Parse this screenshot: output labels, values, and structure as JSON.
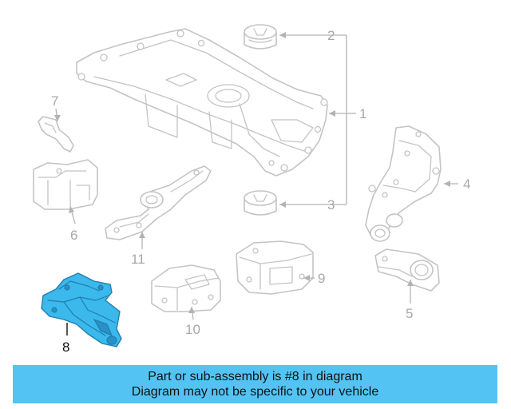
{
  "callouts": {
    "c1": "1",
    "c2": "2",
    "c3": "3",
    "c4": "4",
    "c5": "5",
    "c6": "6",
    "c7": "7",
    "c8": "8",
    "c9": "9",
    "c10": "10",
    "c11": "11"
  },
  "banner": {
    "line1": "Part or sub-assembly is #8 in diagram",
    "line2": "Diagram may not be specific to your vehicle"
  },
  "colors": {
    "highlight": "#3bb8ec",
    "banner": "#53c3f4",
    "lineart": "#c4c4c4"
  }
}
